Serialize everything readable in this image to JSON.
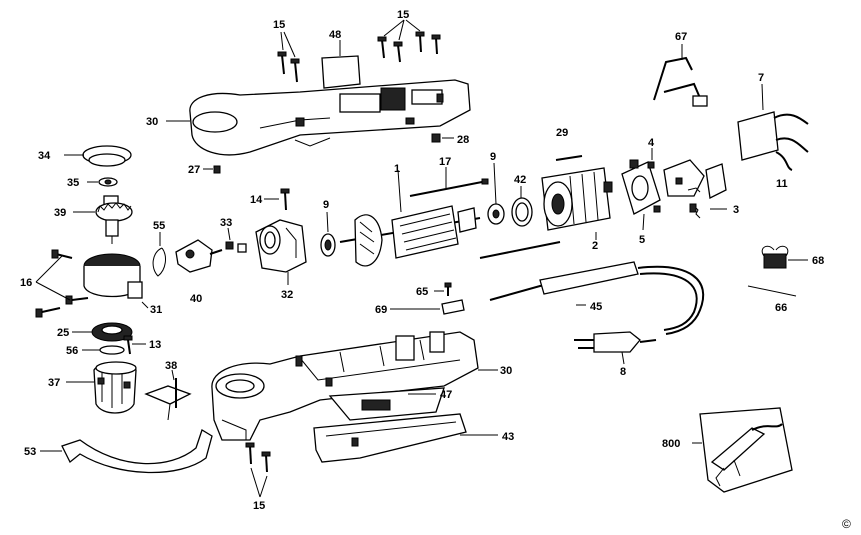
{
  "labels": {
    "l15a": "15",
    "l48": "48",
    "l15b": "15",
    "l67": "67",
    "l7": "7",
    "l30a": "30",
    "l28": "28",
    "l29": "29",
    "l4": "4",
    "l34": "34",
    "l27": "27",
    "l17": "17",
    "l9a": "9",
    "l42": "42",
    "l11": "11",
    "l35": "35",
    "l1": "1",
    "l14": "14",
    "l3": "3",
    "l39": "39",
    "l55": "55",
    "l33": "33",
    "l9b": "9",
    "l2": "2",
    "l5": "5",
    "l16": "16",
    "l68": "68",
    "l40": "40",
    "l32": "32",
    "l65": "65",
    "l31": "31",
    "l45": "45",
    "l69": "69",
    "l66": "66",
    "l25": "25",
    "l13": "13",
    "l56": "56",
    "l38": "38",
    "l8": "8",
    "l30b": "30",
    "l37": "37",
    "l47": "47",
    "l43": "43",
    "l800": "800",
    "l53": "53",
    "l15c": "15"
  },
  "copyright": "©"
}
